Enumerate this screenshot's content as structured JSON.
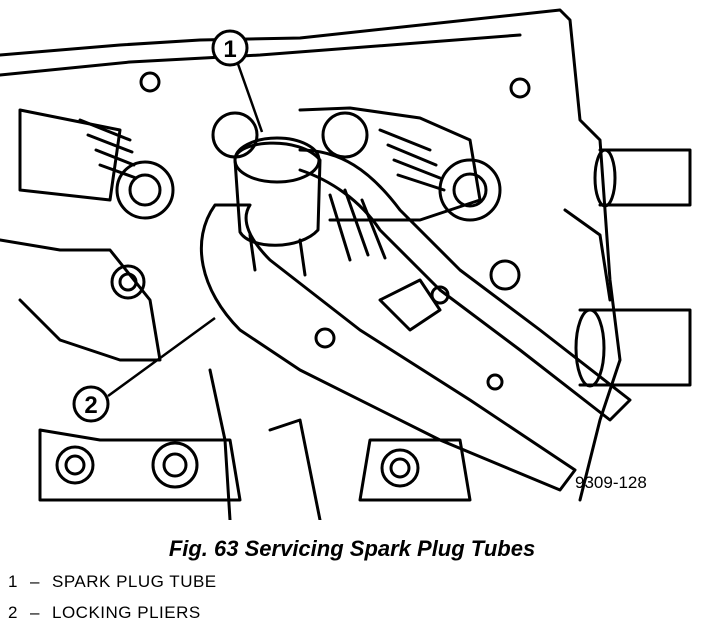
{
  "figure": {
    "code": "9309-128",
    "callouts": [
      "1",
      "2"
    ]
  },
  "caption": "Fig. 63 Servicing Spark Plug Tubes",
  "legend": [
    {
      "num": "1",
      "dash": "–",
      "text": "SPARK PLUG TUBE"
    },
    {
      "num": "2",
      "dash": "–",
      "text": "LOCKING PLIERS"
    }
  ]
}
